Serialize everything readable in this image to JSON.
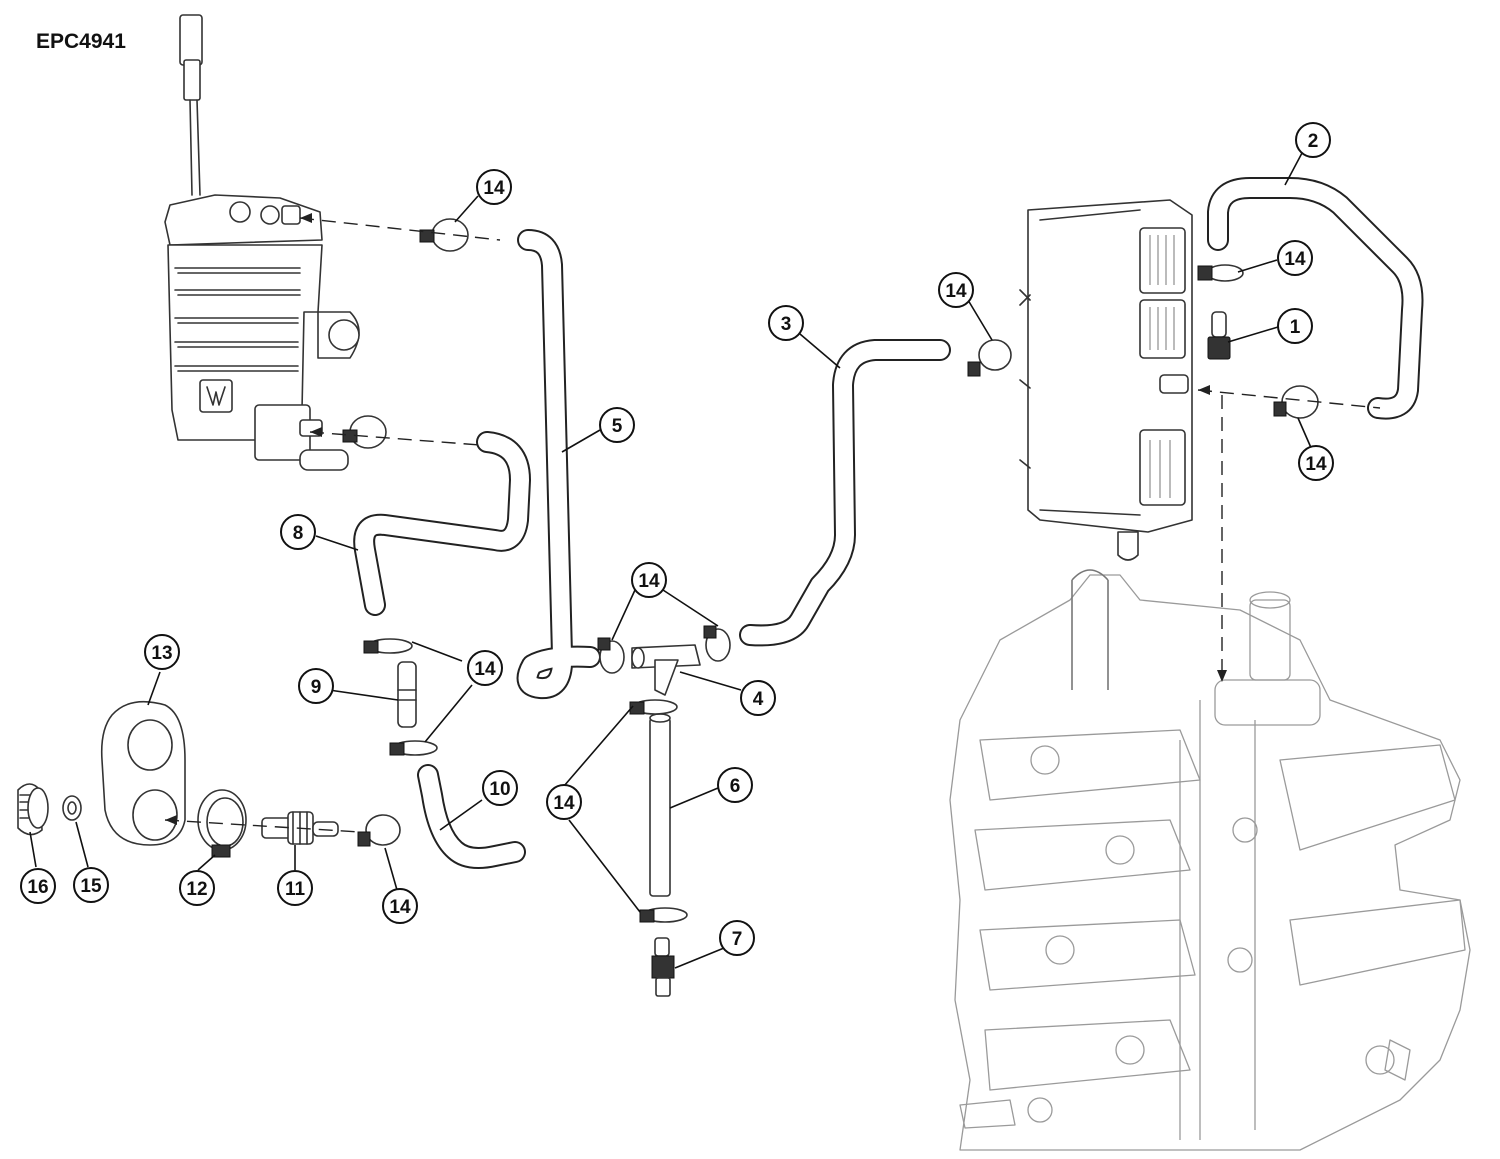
{
  "document": {
    "code": "EPC4941"
  },
  "callouts": {
    "c1": "1",
    "c2": "2",
    "c3": "3",
    "c4": "4",
    "c5": "5",
    "c6": "6",
    "c7": "7",
    "c8": "8",
    "c9": "9",
    "c10": "10",
    "c11": "11",
    "c12": "12",
    "c13": "13",
    "c14a": "14",
    "c14b": "14",
    "c14c": "14",
    "c14d": "14",
    "c14e": "14",
    "c14f": "14",
    "c14g": "14",
    "c14h": "14",
    "c15": "15",
    "c16": "16"
  },
  "colors": {
    "line": "#222222",
    "background": "#ffffff",
    "engine": "#9a9a9a"
  }
}
